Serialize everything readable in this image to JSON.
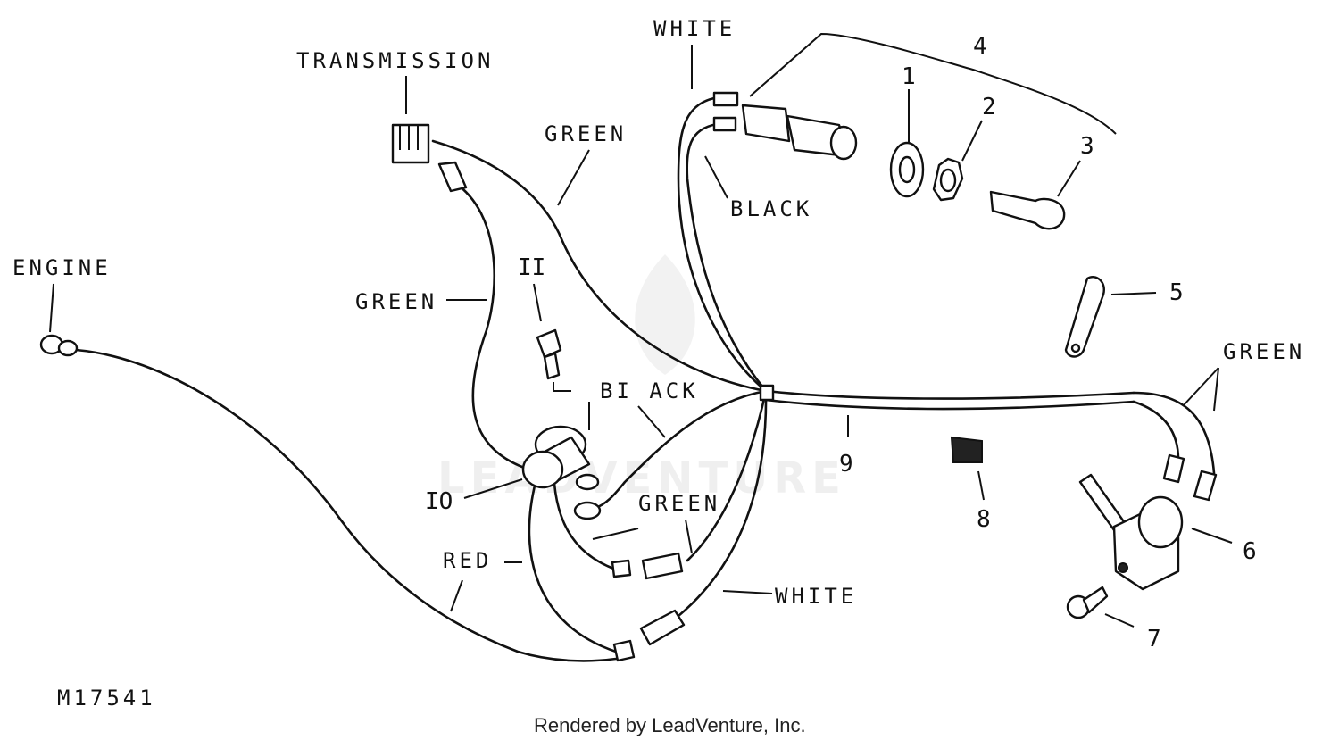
{
  "diagram": {
    "labels": {
      "transmission": "TRANSMISSION",
      "engine": "ENGINE",
      "white_top": "WHITE",
      "black_top": "BLACK",
      "green_top": "GREEN",
      "green_left": "GREEN",
      "black_mid": "BI ACK",
      "green_mid": "GREEN",
      "green_right": "GREEN",
      "red": "RED",
      "white_bottom": "WHITE"
    },
    "callouts": {
      "n1": "1",
      "n2": "2",
      "n3": "3",
      "n4": "4",
      "n5": "5",
      "n6": "6",
      "n7": "7",
      "n8": "8",
      "n9": "9",
      "n10": "IO",
      "n11": "II"
    },
    "figure_id": "M17541",
    "watermark": "LEADVENTURE"
  },
  "footer": {
    "credit": "Rendered by LeadVenture, Inc."
  }
}
